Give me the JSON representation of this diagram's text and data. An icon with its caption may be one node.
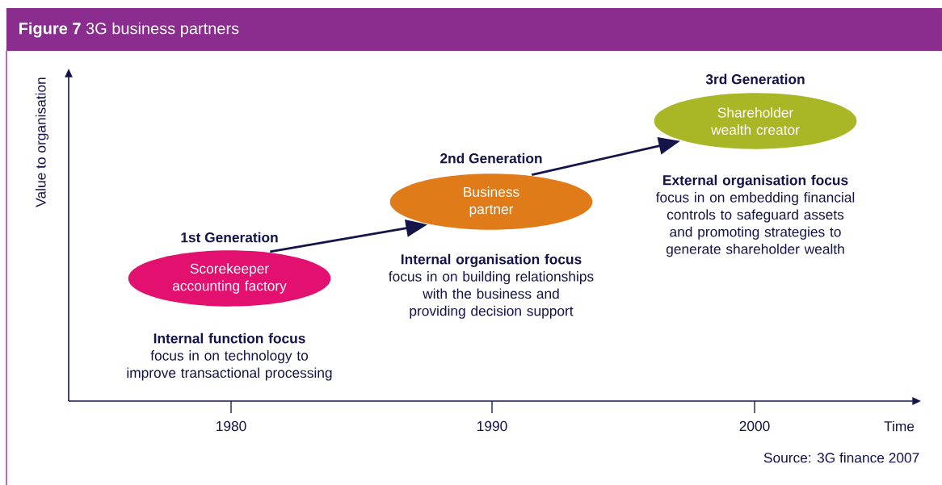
{
  "diagram": {
    "title": "**Figure 7** 3G business partners",
    "nodes": [
      {
        "text": [
          "1st Generation",
          "Scorekeeper accounting factory"
        ],
        "beside": [
          "Internal function focus",
          "focus in on technology to improve transactional processing"
        ]
      },
      {
        "text": [
          "2nd Generation",
          "Business partner"
        ],
        "beside": [
          "Internal organisation focus",
          "focus in on building relationships with the business and providing decision support"
        ]
      },
      {
        "text": [
          "3rd Generation",
          "Shareholder wealth creator"
        ],
        "beside": [
          "External organisation focus",
          "focus in on embedding financial controls to safeguard assets and promoting strategies to generate shareholder wealth"
        ]
      }
    ],
    "edges": [
      {
        "from": 0,
        "to": 1,
        "arrow": "to"
      },
      {
        "from": 1,
        "to": 2,
        "arrow": "to"
      }
    ],
    "labels": [
      "Value to organisation",
      "1980",
      "1990",
      "2000",
      "Time",
      "Source: 3G finance 2007"
    ]
  }
}
